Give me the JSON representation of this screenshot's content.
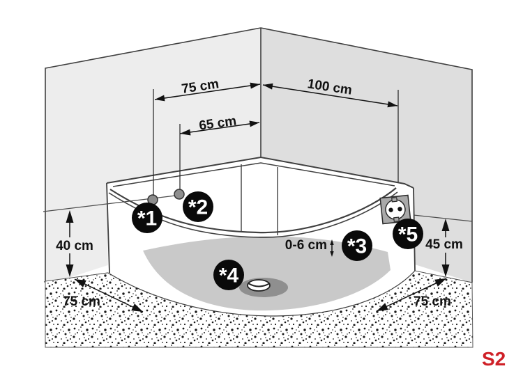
{
  "diagram": {
    "code_label": "S2",
    "dimensions": {
      "top_left_width": "75 cm",
      "top_right_width": "100 cm",
      "top_inner_width": "65 cm",
      "height_left": "40 cm",
      "height_right": "45 cm",
      "floor_gap": "0-6 cm",
      "bottom_left_depth": "75 cm",
      "bottom_right_depth": "75 cm"
    },
    "markers": [
      {
        "label": "*1"
      },
      {
        "label": "*2"
      },
      {
        "label": "*3"
      },
      {
        "label": "*4"
      },
      {
        "label": "*5"
      }
    ],
    "colors": {
      "wall_left": "#ededed",
      "wall_right": "#dedede",
      "shadow": "#c9c9c9",
      "drain_ring": "#8f8f8f",
      "jet_dot": "#8e8e8e",
      "socket_body": "#a9a9a9",
      "marker_bg": "#0a0a0a",
      "code_red": "#cf2027"
    }
  }
}
